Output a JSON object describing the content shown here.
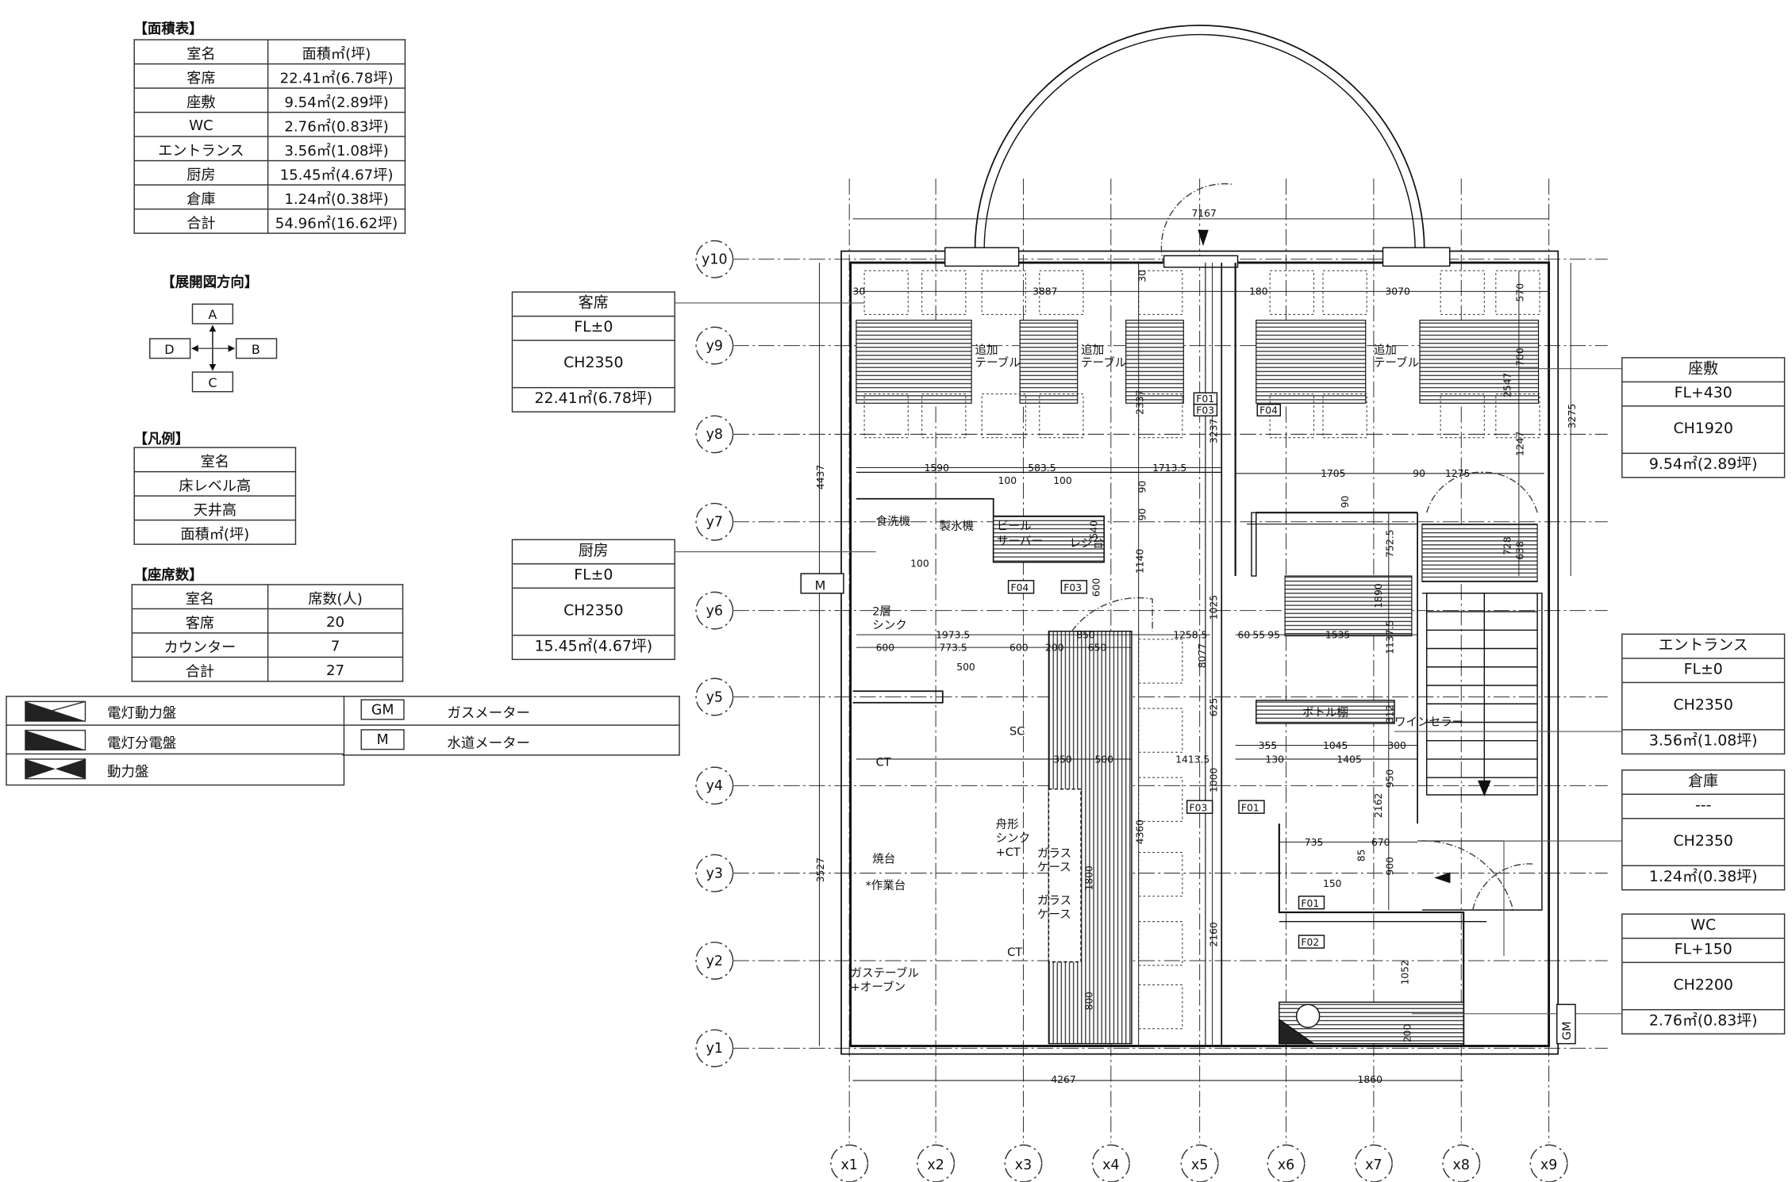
{
  "area_table": {
    "title": "【面積表】",
    "headers": [
      "室名",
      "面積㎡(坪)"
    ],
    "rows": [
      [
        "客席",
        "22.41㎡(6.78坪)"
      ],
      [
        "座敷",
        "9.54㎡(2.89坪)"
      ],
      [
        "WC",
        "2.76㎡(0.83坪)"
      ],
      [
        "エントランス",
        "3.56㎡(1.08坪)"
      ],
      [
        "厨房",
        "15.45㎡(4.67坪)"
      ],
      [
        "倉庫",
        "1.24㎡(0.38坪)"
      ],
      [
        "合計",
        "54.96㎡(16.62坪)"
      ]
    ]
  },
  "direction": {
    "title": "【展開図方向】",
    "a": "A",
    "b": "B",
    "c": "C",
    "d": "D"
  },
  "legend_key": {
    "title": "【凡例】",
    "rows": [
      "室名",
      "床レベル高",
      "天井高",
      "面積㎡(坪)"
    ]
  },
  "seat_table": {
    "title": "【座席数】",
    "headers": [
      "室名",
      "席数(人)"
    ],
    "rows": [
      [
        "客席",
        "20"
      ],
      [
        "カウンター",
        "7"
      ],
      [
        "合計",
        "27"
      ]
    ]
  },
  "symbols": {
    "panel1": "電灯動力盤",
    "panel2": "電灯分電盤",
    "panel3": "動力盤",
    "gm_code": "GM",
    "gm": "ガスメーター",
    "m_code": "M",
    "m": "水道メーター"
  },
  "rooms": {
    "kyakuseki": {
      "name": "客席",
      "fl": "FL±0",
      "ch": "CH2350",
      "area": "22.41㎡(6.78坪)"
    },
    "chubo": {
      "name": "厨房",
      "fl": "FL±0",
      "ch": "CH2350",
      "area": "15.45㎡(4.67坪)"
    },
    "zashiki": {
      "name": "座敷",
      "fl": "FL+430",
      "ch": "CH1920",
      "area": "9.54㎡(2.89坪)"
    },
    "entrance": {
      "name": "エントランス",
      "fl": "FL±0",
      "ch": "CH2350",
      "area": "3.56㎡(1.08坪)"
    },
    "soko": {
      "name": "倉庫",
      "fl": "---",
      "ch": "CH2350",
      "area": "1.24㎡(0.38坪)"
    },
    "wc": {
      "name": "WC",
      "fl": "FL+150",
      "ch": "CH2200",
      "area": "2.76㎡(0.83坪)"
    }
  },
  "grid": {
    "x": [
      "x1",
      "x2",
      "x3",
      "x4",
      "x5",
      "x6",
      "x7",
      "x8",
      "x9"
    ],
    "y": [
      "y10",
      "y9",
      "y8",
      "y7",
      "y6",
      "y5",
      "y4",
      "y3",
      "y2",
      "y1"
    ]
  },
  "plan": {
    "equipment": {
      "extra_table": "追加",
      "extra_table2": "テーブル",
      "dishwasher": "食洗機",
      "ice_maker": "製氷機",
      "beer1": "ビール",
      "beer2": "サーバー",
      "register": "レジ台",
      "sink1": "2層",
      "sink2": "シンク",
      "sc": "SC",
      "ct": "CT",
      "boat1": "舟形",
      "boat2": "シンク",
      "boat3": "+CT",
      "glass1": "ガラス",
      "glass2": "ケース",
      "grill1": "焼台",
      "grill2": "*作業台",
      "gas1": "ガステーブル",
      "gas2": "+オーブン",
      "bottle": "ボトル棚",
      "wine": "ワインセラー",
      "gm": "GM",
      "m": "M"
    },
    "tags": {
      "f01": "F01",
      "f02": "F02",
      "f03": "F03",
      "f04": "F04"
    },
    "dims": [
      "7167",
      "3887",
      "3070",
      "30",
      "30",
      "180",
      "570",
      "2337",
      "3237",
      "2547",
      "700",
      "3275",
      "1247",
      "1590",
      "583.5",
      "1713.5",
      "100",
      "100",
      "1705",
      "90",
      "1275",
      "90",
      "90",
      "540",
      "1140",
      "600",
      "100",
      "1973.5",
      "600",
      "773.5",
      "600",
      "200",
      "850",
      "650",
      "1258.5",
      "60",
      "55",
      "95",
      "1535",
      "1890",
      "1137.5",
      "752.5",
      "728",
      "638",
      "90",
      "500",
      "8077",
      "1025",
      "625",
      "355",
      "1045",
      "130",
      "1405",
      "350",
      "500",
      "1413.5",
      "312",
      "300",
      "950",
      "1000",
      "2162",
      "735",
      "670",
      "85",
      "900",
      "150",
      "4360",
      "1800",
      "2160",
      "800",
      "1052",
      "200",
      "4437",
      "3527",
      "4267",
      "1860"
    ]
  }
}
